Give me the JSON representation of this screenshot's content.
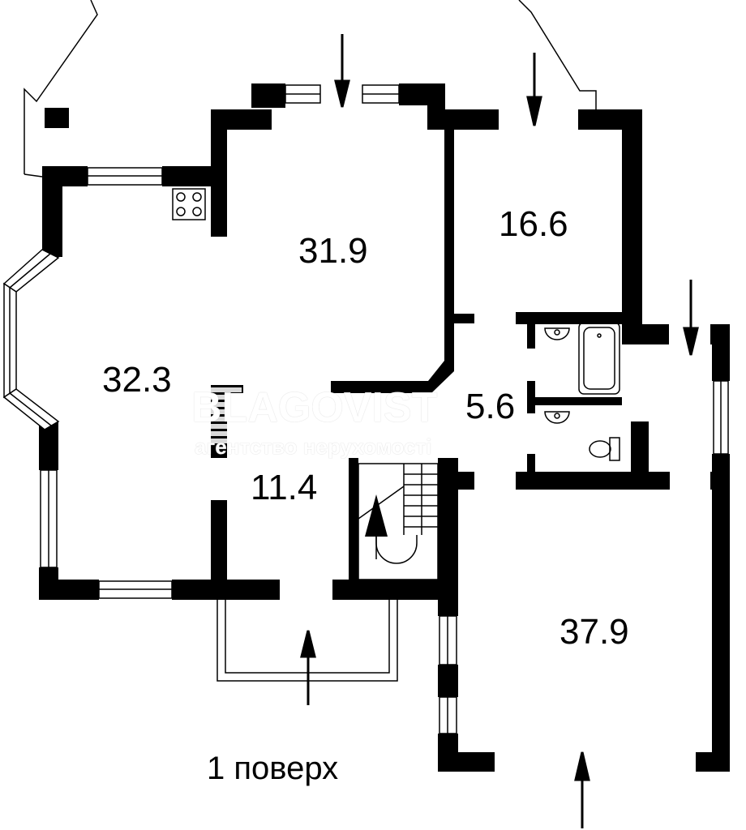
{
  "plan": {
    "floor_label": "1 поверх",
    "rooms": [
      {
        "id": "living",
        "area": "31.9"
      },
      {
        "id": "kitchen-dining",
        "area": "32.3"
      },
      {
        "id": "hall",
        "area": "11.4"
      },
      {
        "id": "room-right-top",
        "area": "16.6"
      },
      {
        "id": "bathroom",
        "area": "5.6"
      },
      {
        "id": "garage",
        "area": "37.9"
      }
    ]
  },
  "watermark": {
    "brand": "BLAGOVIST",
    "tagline": "агентство нерухомості"
  },
  "colors": {
    "wall": "#000000",
    "background": "#ffffff"
  }
}
